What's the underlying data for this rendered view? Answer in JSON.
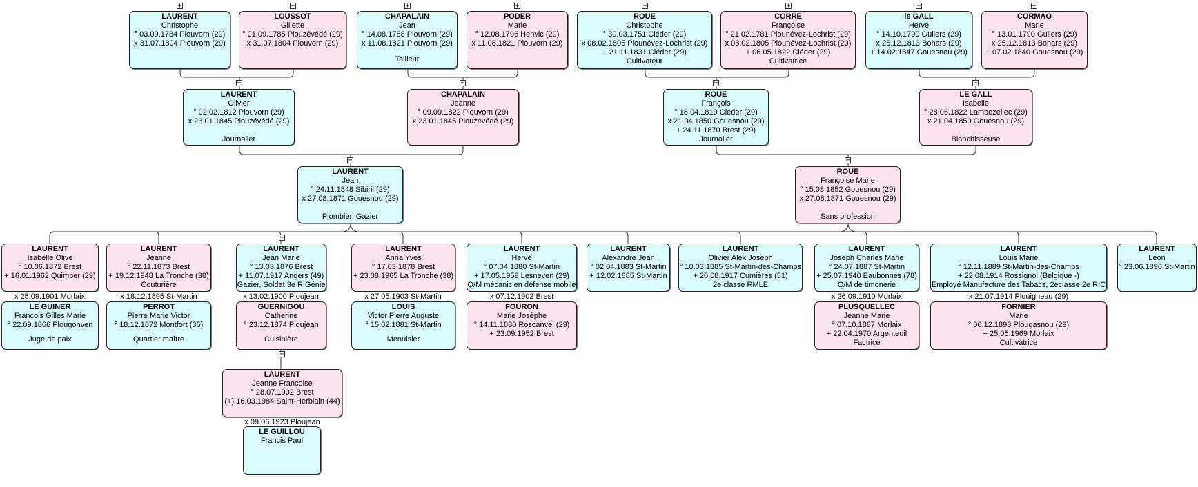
{
  "boxes": {
    "p1": {
      "surname": "LAURENT",
      "given": "Christophe",
      "lines": [
        "° 03.09.1784 Plouvorn (29)",
        "x 31.07.1804 Plouvorn (29)"
      ],
      "occupation": "",
      "sex": "M"
    },
    "p2": {
      "surname": "LOUSSOT",
      "given": "Gillette",
      "lines": [
        "° 01.09.1785 Plouzévédé (29)",
        "x 31.07.1804 Plouvorn (29)"
      ],
      "occupation": "",
      "sex": "F"
    },
    "p3": {
      "surname": "CHAPALAIN",
      "given": "Jean",
      "lines": [
        "° 14.08.1788 Plouvorn (29)",
        "x 11.08.1821 Plouvorn (29)"
      ],
      "occupation": "Tailleur",
      "sex": "M"
    },
    "p4": {
      "surname": "PODER",
      "given": "Marie",
      "lines": [
        "° 12.08.1796 Henvic (29)",
        "x 11.08.1821 Plouvorn (29)"
      ],
      "occupation": "",
      "sex": "F"
    },
    "p5": {
      "surname": "ROUE",
      "given": "Christophe",
      "lines": [
        "° 30.03.1751 Cléder (29)",
        "x 08.02.1805 Plounévez-Lochrist (29)",
        "+ 21.11.1831 Cléder (29)"
      ],
      "occupation": "Cultivateur",
      "sex": "M"
    },
    "p6": {
      "surname": "CORRE",
      "given": "Françoise",
      "lines": [
        "° 21.02.1781 Plounévez-Lochrist (29)",
        "x 08.02.1805 Plounévez-Lochrist (29)",
        "+ 06.05.1822 Cléder (29)"
      ],
      "occupation": "Cultivatrice",
      "sex": "F"
    },
    "p7": {
      "surname": "le GALL",
      "given": "Hervé",
      "lines": [
        "° 14.10.1790 Guilers (29)",
        "x 25.12.1813 Bohars (29)",
        "+ 14.02.1847 Gouesnou (29)"
      ],
      "occupation": "",
      "sex": "M"
    },
    "p8": {
      "surname": "CORMAO",
      "given": "Marie",
      "lines": [
        "° 13.01.1790 Guilers (29)",
        "x 25.12.1813 Bohars (29)",
        "+ 07.02.1840 Gouesnou (29)"
      ],
      "occupation": "",
      "sex": "F"
    },
    "g1": {
      "surname": "LAURENT",
      "given": "Olivier",
      "lines": [
        "° 02.02.1812 Plouvorn (29)",
        "x 23.01.1845 Plouzévédé (29)"
      ],
      "occupation": "Journalier",
      "sex": "M"
    },
    "g2": {
      "surname": "CHAPALAIN",
      "given": "Jeanne",
      "lines": [
        "° 09.09.1822 Plouvorn (29)",
        "x 23.01.1845 Plouzévédé (29)"
      ],
      "occupation": "",
      "sex": "F"
    },
    "g3": {
      "surname": "ROUE",
      "given": "François",
      "lines": [
        "° 18.04.1819 Cléder (29)",
        "x 21.04.1850 Gouesnou (29)",
        "+ 24.11.1870 Brest (29)"
      ],
      "occupation": "Journalier",
      "sex": "M"
    },
    "g4": {
      "surname": "LE GALL",
      "given": "Isabelle",
      "lines": [
        "° 28.06.1822 Lambezellec (29)",
        "x 21.04.1850 Gouesnou (29)"
      ],
      "occupation": "Blanchisseuse",
      "sex": "F"
    },
    "f1": {
      "surname": "LAURENT",
      "given": "Jean",
      "lines": [
        "° 24.11.1848 Sibiril (29)",
        "x 27.08.1871 Gouesnou (29)"
      ],
      "occupation": "Plombier, Gazier",
      "sex": "M"
    },
    "f2": {
      "surname": "ROUE",
      "given": "Françoise Marie",
      "lines": [
        "° 15.08.1852 Gouesnou (29)",
        "x 27.08.1871 Gouesnou (29)"
      ],
      "occupation": "Sans profession",
      "sex": "F"
    },
    "c1": {
      "surname": "LAURENT",
      "given": "Isabelle Olive",
      "lines": [
        "° 10.06.1872 Brest",
        "+ 16.01.1962 Quimper (29)"
      ],
      "occupation": "",
      "sex": "F"
    },
    "c2": {
      "surname": "LAURENT",
      "given": "Jeanne",
      "lines": [
        "° 22.11.1873 Brest",
        "+ 19.12.1948 La Tronche (38)"
      ],
      "occupation": "Couturière",
      "sex": "F"
    },
    "c3": {
      "surname": "LAURENT",
      "given": "Jean Marie",
      "lines": [
        "° 13.03.1876 Brest",
        "+ 11.07.1917 Angers (49)"
      ],
      "occupation": "Gazier, Soldat 3e R.Génie",
      "sex": "M"
    },
    "c4": {
      "surname": "LAURENT",
      "given": "Anna Yves",
      "lines": [
        "° 17.03.1878 Brest",
        "+ 23.08.1965 La Tronche (38)"
      ],
      "occupation": "",
      "sex": "F"
    },
    "c5": {
      "surname": "LAURENT",
      "given": "Hervé",
      "lines": [
        "° 07.04.1880 St-Martin",
        "+ 17.05.1959 Lesneven (29)"
      ],
      "occupation": "Q/M mécanicien défense mobile",
      "sex": "M"
    },
    "c6": {
      "surname": "LAURENT",
      "given": "Alexandre Jean",
      "lines": [
        "° 02.04.1883 St-Martin",
        "+ 12.02.1885 St-Martin"
      ],
      "occupation": "",
      "sex": "M"
    },
    "c7": {
      "surname": "LAURENT",
      "given": "Olivier Alex Joseph",
      "lines": [
        "° 10.03.1885 St-Martin-des-Champs",
        "+ 20.08.1917 Cumières (51)"
      ],
      "occupation": "2e classe RMLE",
      "sex": "M"
    },
    "c8": {
      "surname": "LAURENT",
      "given": "Joseph Charles Marie",
      "lines": [
        "° 24.07.1887 St-Martin",
        "+ 25.07.1940 Eaubonnes (78)"
      ],
      "occupation": "Q/M de timonerie",
      "sex": "M"
    },
    "c9": {
      "surname": "LAURENT",
      "given": "Louis Marie",
      "lines": [
        "° 12.11.1889 St-Martin-des-Champs",
        "+ 22.08.1914 Rossignol (Belgique -)"
      ],
      "occupation": "Employé Manufacture des Tabacs, 2eclasse 2e RIC",
      "sex": "M"
    },
    "c10": {
      "surname": "LAURENT",
      "given": "Léon",
      "lines": [
        "° 23.06.1896 St-Martin"
      ],
      "occupation": "",
      "sex": "M"
    },
    "s1": {
      "surname": "LE GUINER",
      "given": "François Gilles Marie",
      "lines": [
        "° 22.09.1866 Plougonven"
      ],
      "occupation": "Juge de paix",
      "sex": "M"
    },
    "s2": {
      "surname": "PERROT",
      "given": "Pierre Marie Victor",
      "lines": [
        "° 18.12.1872 Montfort (35)"
      ],
      "occupation": "Quartier maître",
      "sex": "M"
    },
    "s3": {
      "surname": "GUERNIGOU",
      "given": "Catherine",
      "lines": [
        "° 23.12.1874 Ploujean"
      ],
      "occupation": "Cuisinière",
      "sex": "F"
    },
    "s4": {
      "surname": "LOUIS",
      "given": "Victor Pierre Auguste",
      "lines": [
        "° 15.02.1881 St-Martin"
      ],
      "occupation": "Menuisier",
      "sex": "M"
    },
    "s5": {
      "surname": "FOURON",
      "given": "Marie Josèphe",
      "lines": [
        "° 14.11.1880 Roscanvel (29)",
        "+ 23.09.1952 Brest"
      ],
      "occupation": "",
      "sex": "F"
    },
    "s8": {
      "surname": "PLUSQUELLEC",
      "given": "Jeanne Marie",
      "lines": [
        "° 07.10.1887 Morlaix",
        "+ 22.04.1970 Argenteuil"
      ],
      "occupation": "Factrice",
      "sex": "F"
    },
    "s9": {
      "surname": "FORNIER",
      "given": "Marie",
      "lines": [
        "° 06.12.1893 Plougasnou (29)",
        "+ 25.05.1969 Morlaix"
      ],
      "occupation": "Cultivatrice",
      "sex": "F"
    },
    "gc": {
      "surname": "LAURENT",
      "given": "Jeanne Françoise",
      "lines": [
        "° 28.07.1902 Brest",
        "(+) 16.03.1984 Saint-Herblain (44)"
      ],
      "occupation": "",
      "sex": "F"
    },
    "gs": {
      "surname": "LE GUILLOU",
      "given": "Francis Paul",
      "lines": [],
      "occupation": "",
      "sex": "M"
    }
  },
  "marriages": {
    "m1": "x 25.09.1901 Morlaix",
    "m2": "x 18.12.1895 St-Martin",
    "m3": "x 13.02.1900 Ploujean",
    "m4": "x 27.05.1903 St-Martin",
    "m5": "x 07.12.1902 Brest",
    "m8": "x 26.09.1910 Morlaix",
    "m9": "x 21.07.1914 Plouigneau (29)",
    "mgc": "x 09.06.1923 Ploujean"
  },
  "toggles": {
    "plus": "+",
    "minus": "−"
  },
  "colors": {
    "male": "#d9fbfd",
    "female": "#fde3ef",
    "border": "#222222",
    "line": "#333333"
  }
}
